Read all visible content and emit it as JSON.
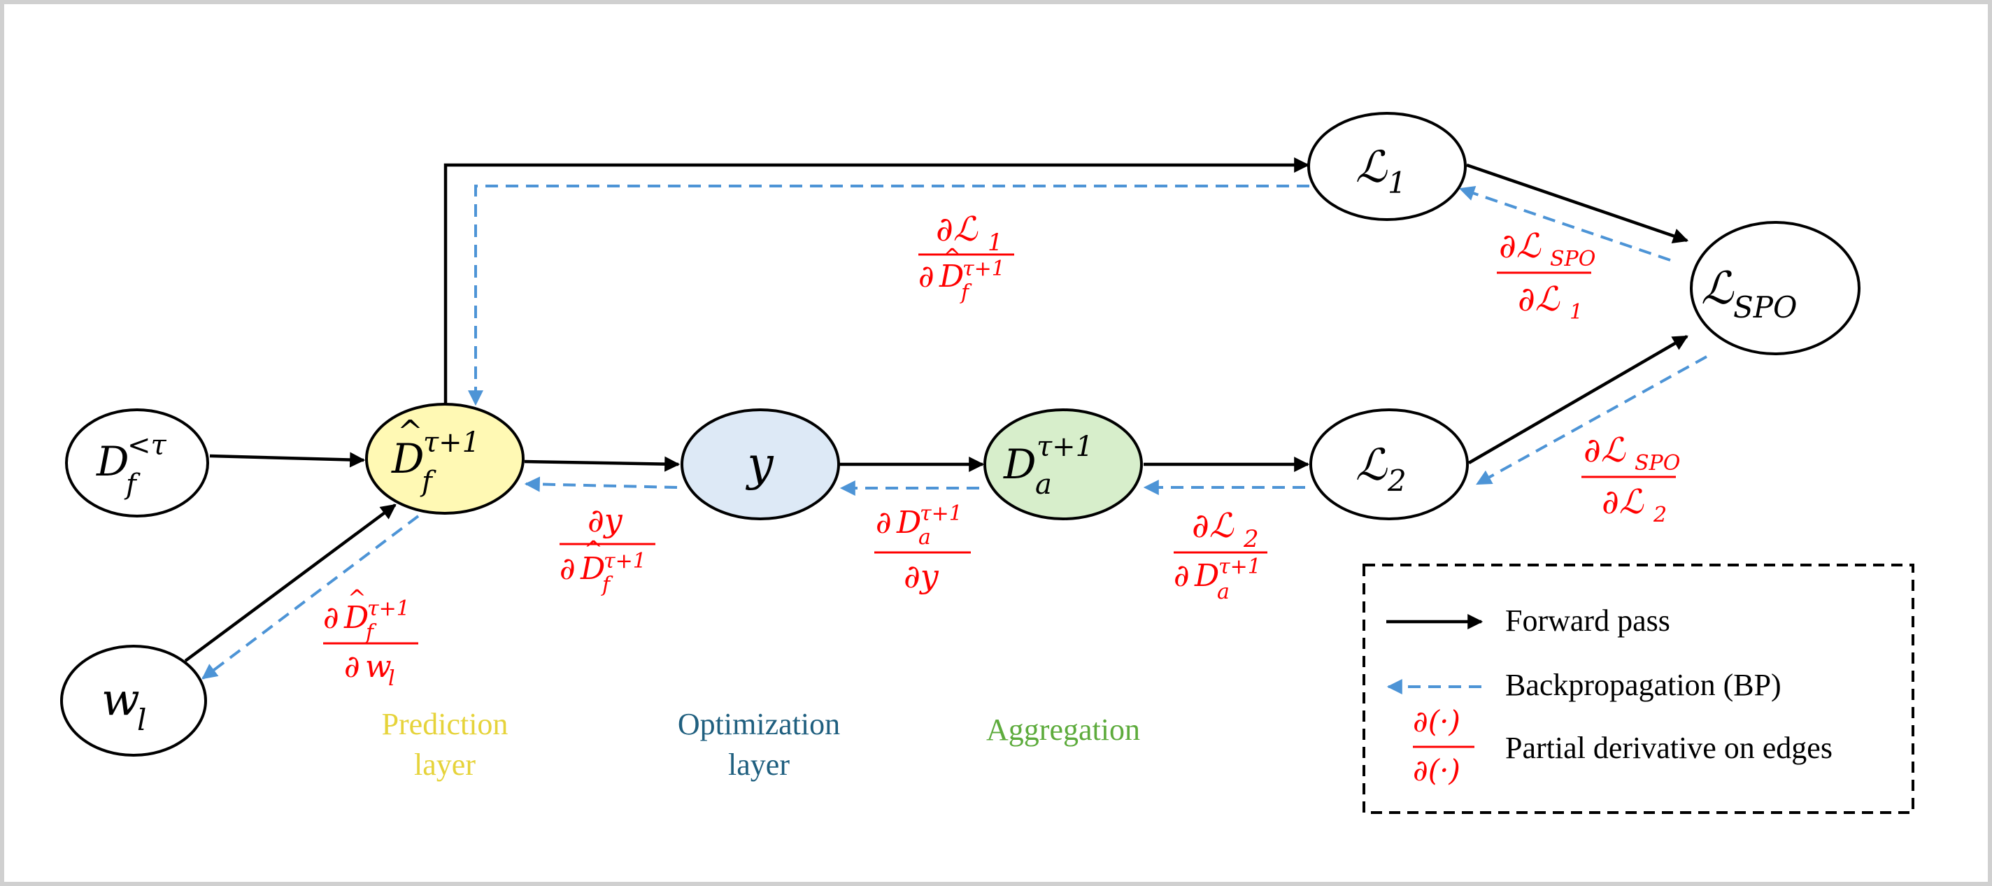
{
  "nodes": {
    "d_past": {
      "base": "D",
      "sub": "f",
      "sup": "<τ"
    },
    "d_hat": {
      "base": "D",
      "hat": "^",
      "sub": "f",
      "sup": "τ+1",
      "fill": "#fff9b4"
    },
    "y": {
      "label": "y",
      "fill": "#dde9f6"
    },
    "d_agg": {
      "base": "D",
      "sub": "a",
      "sup": "τ+1",
      "fill": "#d7eecb"
    },
    "wl": {
      "base": "w",
      "sub": "l"
    },
    "l1": {
      "base": "ℒ",
      "sub": "1"
    },
    "l2": {
      "base": "ℒ",
      "sub": "2"
    },
    "lspo": {
      "base": "ℒ",
      "sub": "SPO"
    }
  },
  "derivatives": {
    "l1_dhat": {
      "num": "∂ℒ",
      "num_sub": "1",
      "den": "∂",
      "den_base": "D",
      "den_sub": "f",
      "den_sup": "τ+1"
    },
    "lspo_l1": {
      "num": "∂ℒ",
      "num_sub": "SPO",
      "den": "∂ℒ",
      "den_sub": "1"
    },
    "lspo_l2": {
      "num": "∂ℒ",
      "num_sub": "SPO",
      "den": "∂ℒ",
      "den_sub": "2"
    },
    "y_dhat": {
      "num": "∂y",
      "den": "∂",
      "den_base": "D",
      "den_sub": "f",
      "den_sup": "τ+1"
    },
    "dagg_y": {
      "num": "∂",
      "num_base": "D",
      "num_sub": "a",
      "num_sup": "τ+1",
      "den": "∂y"
    },
    "l2_dagg": {
      "num": "∂ℒ",
      "num_sub": "2",
      "den": "∂",
      "den_base": "D",
      "den_sub": "a",
      "den_sup": "τ+1"
    },
    "dhat_wl": {
      "num": "∂",
      "num_base": "D",
      "num_sub": "f",
      "num_sup": "τ+1",
      "den": "∂",
      "den_base": "w",
      "den_sub": "l"
    }
  },
  "layers": {
    "prediction": {
      "line1": "Prediction",
      "line2": "layer",
      "color": "#e6d33a"
    },
    "optimization": {
      "line1": "Optimization",
      "line2": "layer",
      "color": "#1f5f7f"
    },
    "aggregation": {
      "line1": "Aggregation",
      "color": "#5dab3c"
    }
  },
  "legend": {
    "forward": "Forward pass",
    "backprop": "Backpropagation (BP)",
    "partial": "Partial derivative on edges",
    "partial_symbol_num": "∂(·)",
    "partial_symbol_den": "∂(·)"
  },
  "colors": {
    "forward": "#000000",
    "backprop": "#4d94d6",
    "derivative": "#ff0000"
  }
}
